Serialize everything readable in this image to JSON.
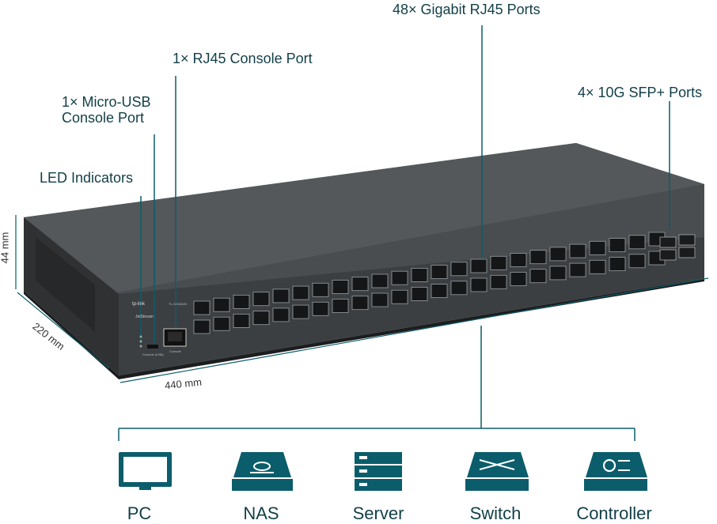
{
  "callouts": {
    "rj45_ports": "48× Gigabit RJ45 Ports",
    "console_rj45": "1× RJ45 Console Port",
    "sfp_ports": "4× 10G SFP+ Ports",
    "micro_usb_line1": "1× Micro-USB",
    "micro_usb_line2": "Console Port",
    "led": "LED Indicators"
  },
  "dimensions": {
    "height": "44 mm",
    "depth": "220 mm",
    "width": "440 mm"
  },
  "device": {
    "brand": "tp-link",
    "model": "TL-SG3452X",
    "series": "JetStream",
    "console_usb_label": "Console (USB)",
    "console_label": "Console"
  },
  "connected_devices": [
    {
      "label": "PC",
      "icon": "monitor-icon"
    },
    {
      "label": "NAS",
      "icon": "nas-icon"
    },
    {
      "label": "Server",
      "icon": "server-icon"
    },
    {
      "label": "Switch",
      "icon": "switch-icon"
    },
    {
      "label": "Controller",
      "icon": "controller-icon"
    }
  ],
  "colors": {
    "brand_teal": "#0b5d6b",
    "text_dark": "#123f48",
    "chassis": "#3a3d40"
  }
}
